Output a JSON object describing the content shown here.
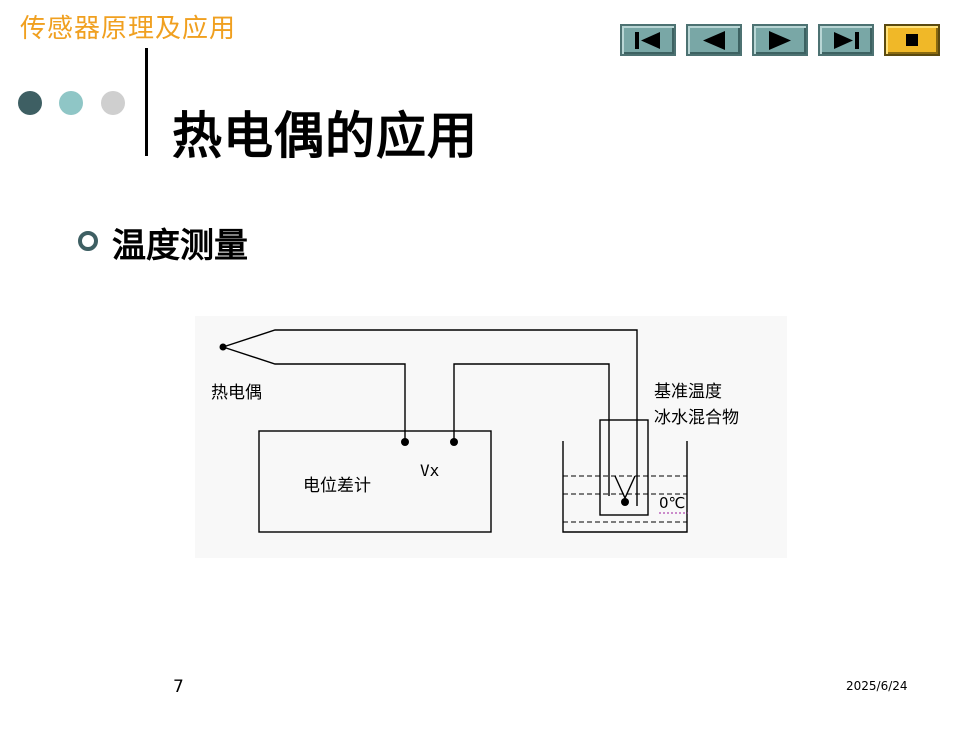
{
  "header": {
    "course_title": "传感器原理及应用"
  },
  "nav": {
    "buttons": [
      {
        "name": "first",
        "icon": "skip-first-icon"
      },
      {
        "name": "previous",
        "icon": "play-back-icon"
      },
      {
        "name": "next",
        "icon": "play-forward-icon"
      },
      {
        "name": "last",
        "icon": "skip-last-icon"
      },
      {
        "name": "end",
        "icon": "stop-icon"
      }
    ],
    "colors": {
      "button": "#79a7a6",
      "end_button": "#f0b828"
    }
  },
  "slide": {
    "title": "热电偶的应用",
    "bullet": "温度测量"
  },
  "diagram": {
    "thermocouple_label": "热电偶",
    "potentiometer_label": "电位差计",
    "voltage_label": "Vx",
    "reference_label_line1": "基准温度",
    "reference_label_line2": "冰水混合物",
    "temperature_label": "0℃"
  },
  "footer": {
    "page_number": "7",
    "date": "2025/6/24"
  },
  "colors": {
    "accent_orange": "#f0a020",
    "dot_dark": "#3e5f63",
    "dot_teal": "#8fc6c6",
    "dot_gray": "#cfcfcf"
  }
}
